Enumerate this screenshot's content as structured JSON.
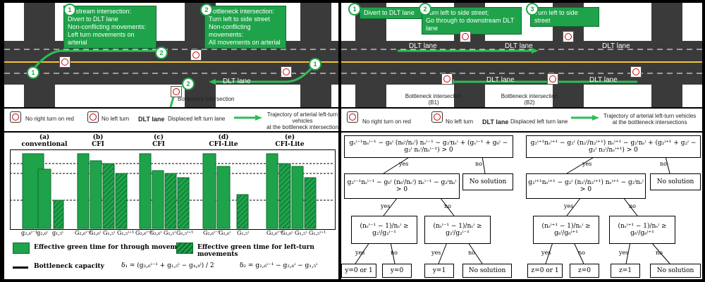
{
  "top_left": {
    "callout1": {
      "num": "1",
      "lines": [
        "Upstream intersection:",
        "Divert to DLT lane",
        "Non-conflicting movements:",
        "Left turn movements on arterial"
      ]
    },
    "callout2": {
      "num": "2",
      "lines": [
        "Bottleneck intersection:",
        "Turn left to side street",
        "Non-conflicting movements:",
        "All movements on arterial"
      ]
    },
    "dlt_label": "DLT lane",
    "bottleneck": "Bottleneck intersection"
  },
  "top_right": {
    "callout1": {
      "num": "1",
      "lines": [
        "Divert to DLT lane"
      ]
    },
    "callout2": {
      "num": "2",
      "lines": [
        "Turn left to side street;",
        "Go through to downstream DLT lane"
      ]
    },
    "callout3": {
      "num": "3",
      "lines": [
        "Turn left to side street"
      ]
    },
    "dlt_label": "DLT lane",
    "b1": [
      "Bottleneck intersection",
      "(B1)"
    ],
    "b2": [
      "Bottleneck intersection",
      "(B2)"
    ]
  },
  "legend": {
    "no_rtor": "No right turn on red",
    "no_left": "No left turn",
    "dlt_key": "DLT lane",
    "dlt_desc": "Displaced left turn lane",
    "traj_left": [
      "Trajectory of arterial left-turn vehicles",
      "at the bottleneck intersection"
    ],
    "traj_right": [
      "Trajectory of arterial left-turn vehicles",
      "at the bottleneck intersections"
    ]
  },
  "charts": {
    "heads": [
      {
        "id": "(a)",
        "name": "conventional"
      },
      {
        "id": "(b)",
        "name": "CFI"
      },
      {
        "id": "(c)",
        "name": "CFI"
      },
      {
        "id": "(d)",
        "name": "CFI-Lite"
      },
      {
        "id": "(e)",
        "name": "CFI-Lite"
      }
    ],
    "xlabels": [
      [
        "g₂,₆ⁱ⁻¹",
        "g₂,₆ⁱ",
        "g₁,₅ⁱ"
      ],
      [
        "G₂,₆ⁱ⁻¹",
        "G₂,₆ⁱ",
        "G₁,₅ⁱ",
        "G₁,₅ⁱ⁺¹"
      ],
      [
        "G₂,₆ⁱ⁻¹",
        "G₂,₆ⁱ",
        "G₁,₅ⁱ",
        "G₁,₅ⁱ⁺¹"
      ],
      [
        "G₂,₆ⁱ⁻¹",
        "G₂,₆ⁱ",
        "G₁,₅ⁱ"
      ],
      [
        "G₂,₆ⁱ⁻¹",
        "G₂,₆ⁱ",
        "G₁,₅ⁱ",
        "G₁,₅ⁱ⁺¹"
      ]
    ],
    "legend_through": "Effective green time for through movements",
    "legend_left": "Effective green time for left-turn movements",
    "legend_capacity": "Bottleneck capacity",
    "delta1": "δ₁ = (g₂,₆ⁱ⁻¹ + g₁,₅ⁱ − g₄,₈ⁱ) / 2",
    "delta2": "δ₂ = g₂,₆ⁱ⁻¹ − g₂,₆ⁱ − g₁,₅ⁱ"
  },
  "flow_left": {
    "top": "gₛⁱ⁻¹nₛⁱ⁻¹ − g₆ⁱ (n₆ⁱ/nₛⁱ) nₛⁱ⁻¹ − g₂ⁱnₛⁱ + (gₛⁱ⁻¹ + g₆ⁱ − g₂ⁱ nₛⁱ/nₛⁱ⁻¹) > 0",
    "yes": "yes",
    "no": "no",
    "no_solution": "No solution",
    "mid": "g₂ⁱ⁻¹nₛⁱ⁻¹ − g₆ⁱ (n₆ⁱ/nₛⁱ) nₛⁱ⁻¹ − g₂ⁱnₛⁱ > 0",
    "left_ineq": "(nₛⁱ⁻¹ − 1)/nₛⁱ ≥ g₂ⁱ/g₂ⁱ⁻¹",
    "right_ineq": "(nₛⁱ⁻¹ − 1)/nₛⁱ ≥ g₂ⁱ/g₂ⁱ⁻¹",
    "out1": "y=0 or 1",
    "out2": "y=0",
    "out3": "y=1",
    "out4": "No solution"
  },
  "flow_right": {
    "top": "g₂ⁱ⁺¹nₛⁱ⁺¹ − g₂ⁱ (n₂ⁱ/n₂ⁱ⁺¹) nₛⁱ⁺¹ − g₂ⁱnₛⁱ + (g₂ⁱ⁺¹ + g₂ⁱ − g₂ⁱ n₂ⁱ/nₛⁱ⁺¹) > 0",
    "yes": "yes",
    "no": "no",
    "no_solution": "No solution",
    "mid": "g₂ⁱ⁺¹nₛⁱ⁺¹ − g₂ⁱ (n₂ⁱ/n₂ⁱ⁺¹) nₛⁱ⁺¹ − g₂ⁱnₛⁱ > 0",
    "left_ineq": "(nₛⁱ⁺¹ − 1)/nₛⁱ ≥ g₆ⁱ/g₆ⁱ⁺¹",
    "right_ineq": "(nₛⁱ⁺¹ − 1)/nₛⁱ ≥ g₆ⁱ/g₆ⁱ⁺¹",
    "out1": "z=0 or 1",
    "out2": "z=0",
    "out3": "z=1",
    "out4": "No solution"
  },
  "colors": {
    "green": "#1fa34a",
    "road": "#3a3a3a"
  }
}
